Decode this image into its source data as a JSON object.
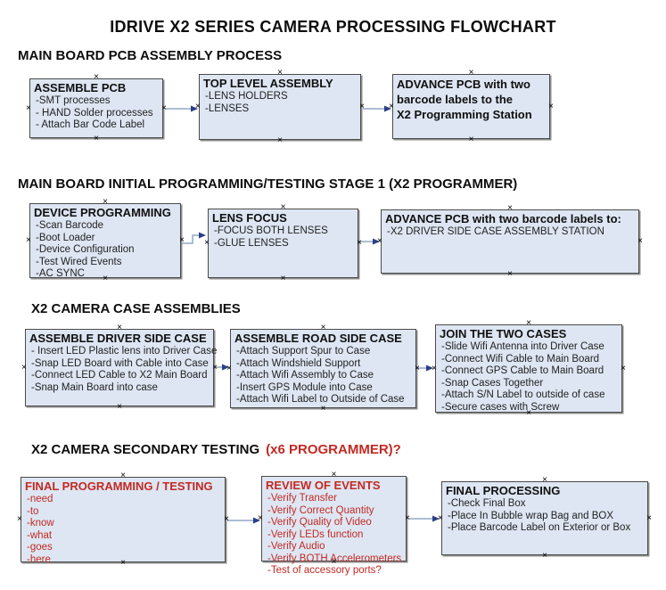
{
  "title": "IDRIVE X2  SERIES CAMERA PROCESSING FLOWCHART",
  "icons": {
    "connector_handle": "×"
  },
  "colors": {
    "box_fill": "#dee6f3",
    "box_border": "#4a4a4a",
    "red_text": "#c22a22",
    "arrow_line": "#92a7c7",
    "arrow_head": "#2c3e85"
  },
  "sections": [
    {
      "heading": "MAIN BOARD PCB ASSEMBLY PROCESS",
      "boxes": [
        {
          "title": "ASSEMBLE PCB",
          "items": [
            "-SMT processes",
            "- HAND Solder processes",
            "- Attach Bar Code Label"
          ]
        },
        {
          "title": "TOP LEVEL ASSEMBLY",
          "items": [
            "-LENS HOLDERS",
            "-LENSES"
          ]
        },
        {
          "title": "ADVANCE PCB with two\nbarcode labels to the\n X2 Programming Station",
          "items": []
        }
      ]
    },
    {
      "heading": "MAIN BOARD INITIAL PROGRAMMING/TESTING STAGE 1 (X2 PROGRAMMER)",
      "boxes": [
        {
          "title": "DEVICE PROGRAMMING",
          "items": [
            "-Scan Barcode",
            "-Boot Loader",
            "-Device Configuration",
            "-Test Wired Events",
            "-AC SYNC"
          ]
        },
        {
          "title": "LENS FOCUS",
          "items": [
            "-FOCUS BOTH LENSES",
            "-GLUE LENSES"
          ]
        },
        {
          "title": "ADVANCE PCB with two barcode labels to:",
          "items": [
            "-X2 DRIVER  SIDE  CASE  ASSEMBLY STATION"
          ]
        }
      ]
    },
    {
      "heading": "X2 CAMERA CASE ASSEMBLIES",
      "boxes": [
        {
          "title": "ASSEMBLE DRIVER SIDE CASE",
          "items": [
            "- Insert LED Plastic lens into Driver Case",
            "-Snap LED Board with Cable into Case",
            "-Connect LED Cable to X2 Main Board",
            "-Snap Main Board into case"
          ]
        },
        {
          "title": "ASSEMBLE ROAD SIDE CASE",
          "items": [
            "-Attach Support Spur to Case",
            "-Attach Windshield Support",
            "-Attach Wifi Assembly to Case",
            "-Insert GPS Module into Case",
            "-Attach Wifi Label to Outside of Case"
          ]
        },
        {
          "title": "JOIN THE TWO CASES",
          "items": [
            "-Slide Wifi Antenna into Driver Case",
            "-Connect Wifi Cable to Main Board",
            "-Connect GPS Cable to Main Board",
            "-Snap Cases Together",
            "-Attach S/N Label to outside of case",
            "-Secure cases with Screw"
          ]
        }
      ]
    },
    {
      "heading": "X2 CAMERA SECONDARY TESTING",
      "heading_red": "(x6 PROGRAMMER)?",
      "boxes": [
        {
          "title": "FINAL PROGRAMMING / TESTING",
          "items": [
            "-need",
            "-to",
            "-know",
            "-what",
            "-goes",
            "-here"
          ]
        },
        {
          "title": "REVIEW OF EVENTS",
          "items": [
            "-Verify Transfer",
            "-Verify Correct Quantity",
            "-Verify Quality of Video",
            "-Verify LEDs function",
            "-Verify Audio",
            "-Verify BOTH Accelerometers",
            "-Test of accessory ports?"
          ]
        },
        {
          "title": "FINAL PROCESSING",
          "items": [
            "-Check Final Box",
            "-Place In Bubble wrap Bag and BOX",
            "-Place Barcode Label on Exterior or Box"
          ]
        }
      ]
    }
  ]
}
